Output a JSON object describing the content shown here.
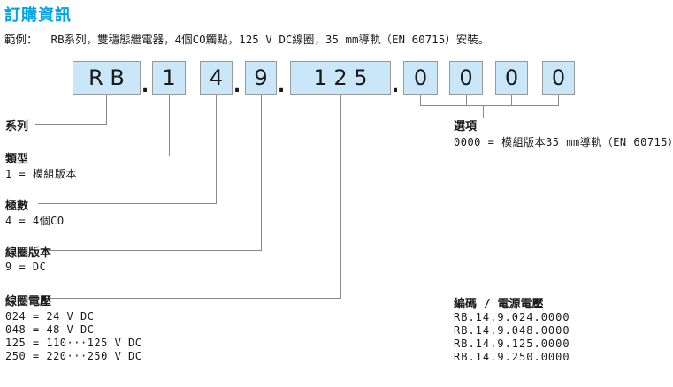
{
  "page": {
    "title": "訂購資訊",
    "example": "範例：  RB系列，雙穩態繼電器，4個CO觸點，125 V DC線圈，35 mm導軌（EN 60715）安裝。"
  },
  "colors": {
    "accent": "#00a4e0",
    "box_fill": "#c9e7f8",
    "box_border": "#98999b",
    "leader_line": "#8a8a8a",
    "text": "#1a1a1a"
  },
  "code": {
    "separator": ".",
    "boxes": [
      {
        "name": "series",
        "text": "R B"
      },
      {
        "name": "type",
        "text": "1"
      },
      {
        "name": "poles",
        "text": "4"
      },
      {
        "name": "coil-version",
        "text": "9"
      },
      {
        "name": "coil-voltage",
        "text": "1 2 5"
      },
      {
        "name": "option-1",
        "text": "0"
      },
      {
        "name": "option-2",
        "text": "0"
      },
      {
        "name": "option-3",
        "text": "0"
      },
      {
        "name": "option-4",
        "text": "0"
      }
    ]
  },
  "fields": {
    "series": {
      "label": "系列"
    },
    "type": {
      "label": "類型",
      "options": [
        "1 = 模組版本"
      ]
    },
    "poles": {
      "label": "極數",
      "options": [
        "4 = 4個CO"
      ]
    },
    "coil_version": {
      "label": "線圈版本",
      "options": [
        "9 = DC"
      ]
    },
    "coil_voltage": {
      "label": "線圈電壓",
      "options": [
        "024 = 24 V DC",
        "048 = 48 V DC",
        "125 = 110···125 V DC",
        "250 = 220···250 V DC"
      ]
    },
    "options": {
      "label": "選項",
      "options": [
        "0000 = 模組版本35 mm導軌（EN 60715）"
      ]
    }
  },
  "codes": {
    "header": "編碼 / 電源電壓",
    "items": [
      "RB.14.9.024.0000",
      "RB.14.9.048.0000",
      "RB.14.9.125.0000",
      "RB.14.9.250.0000"
    ]
  }
}
